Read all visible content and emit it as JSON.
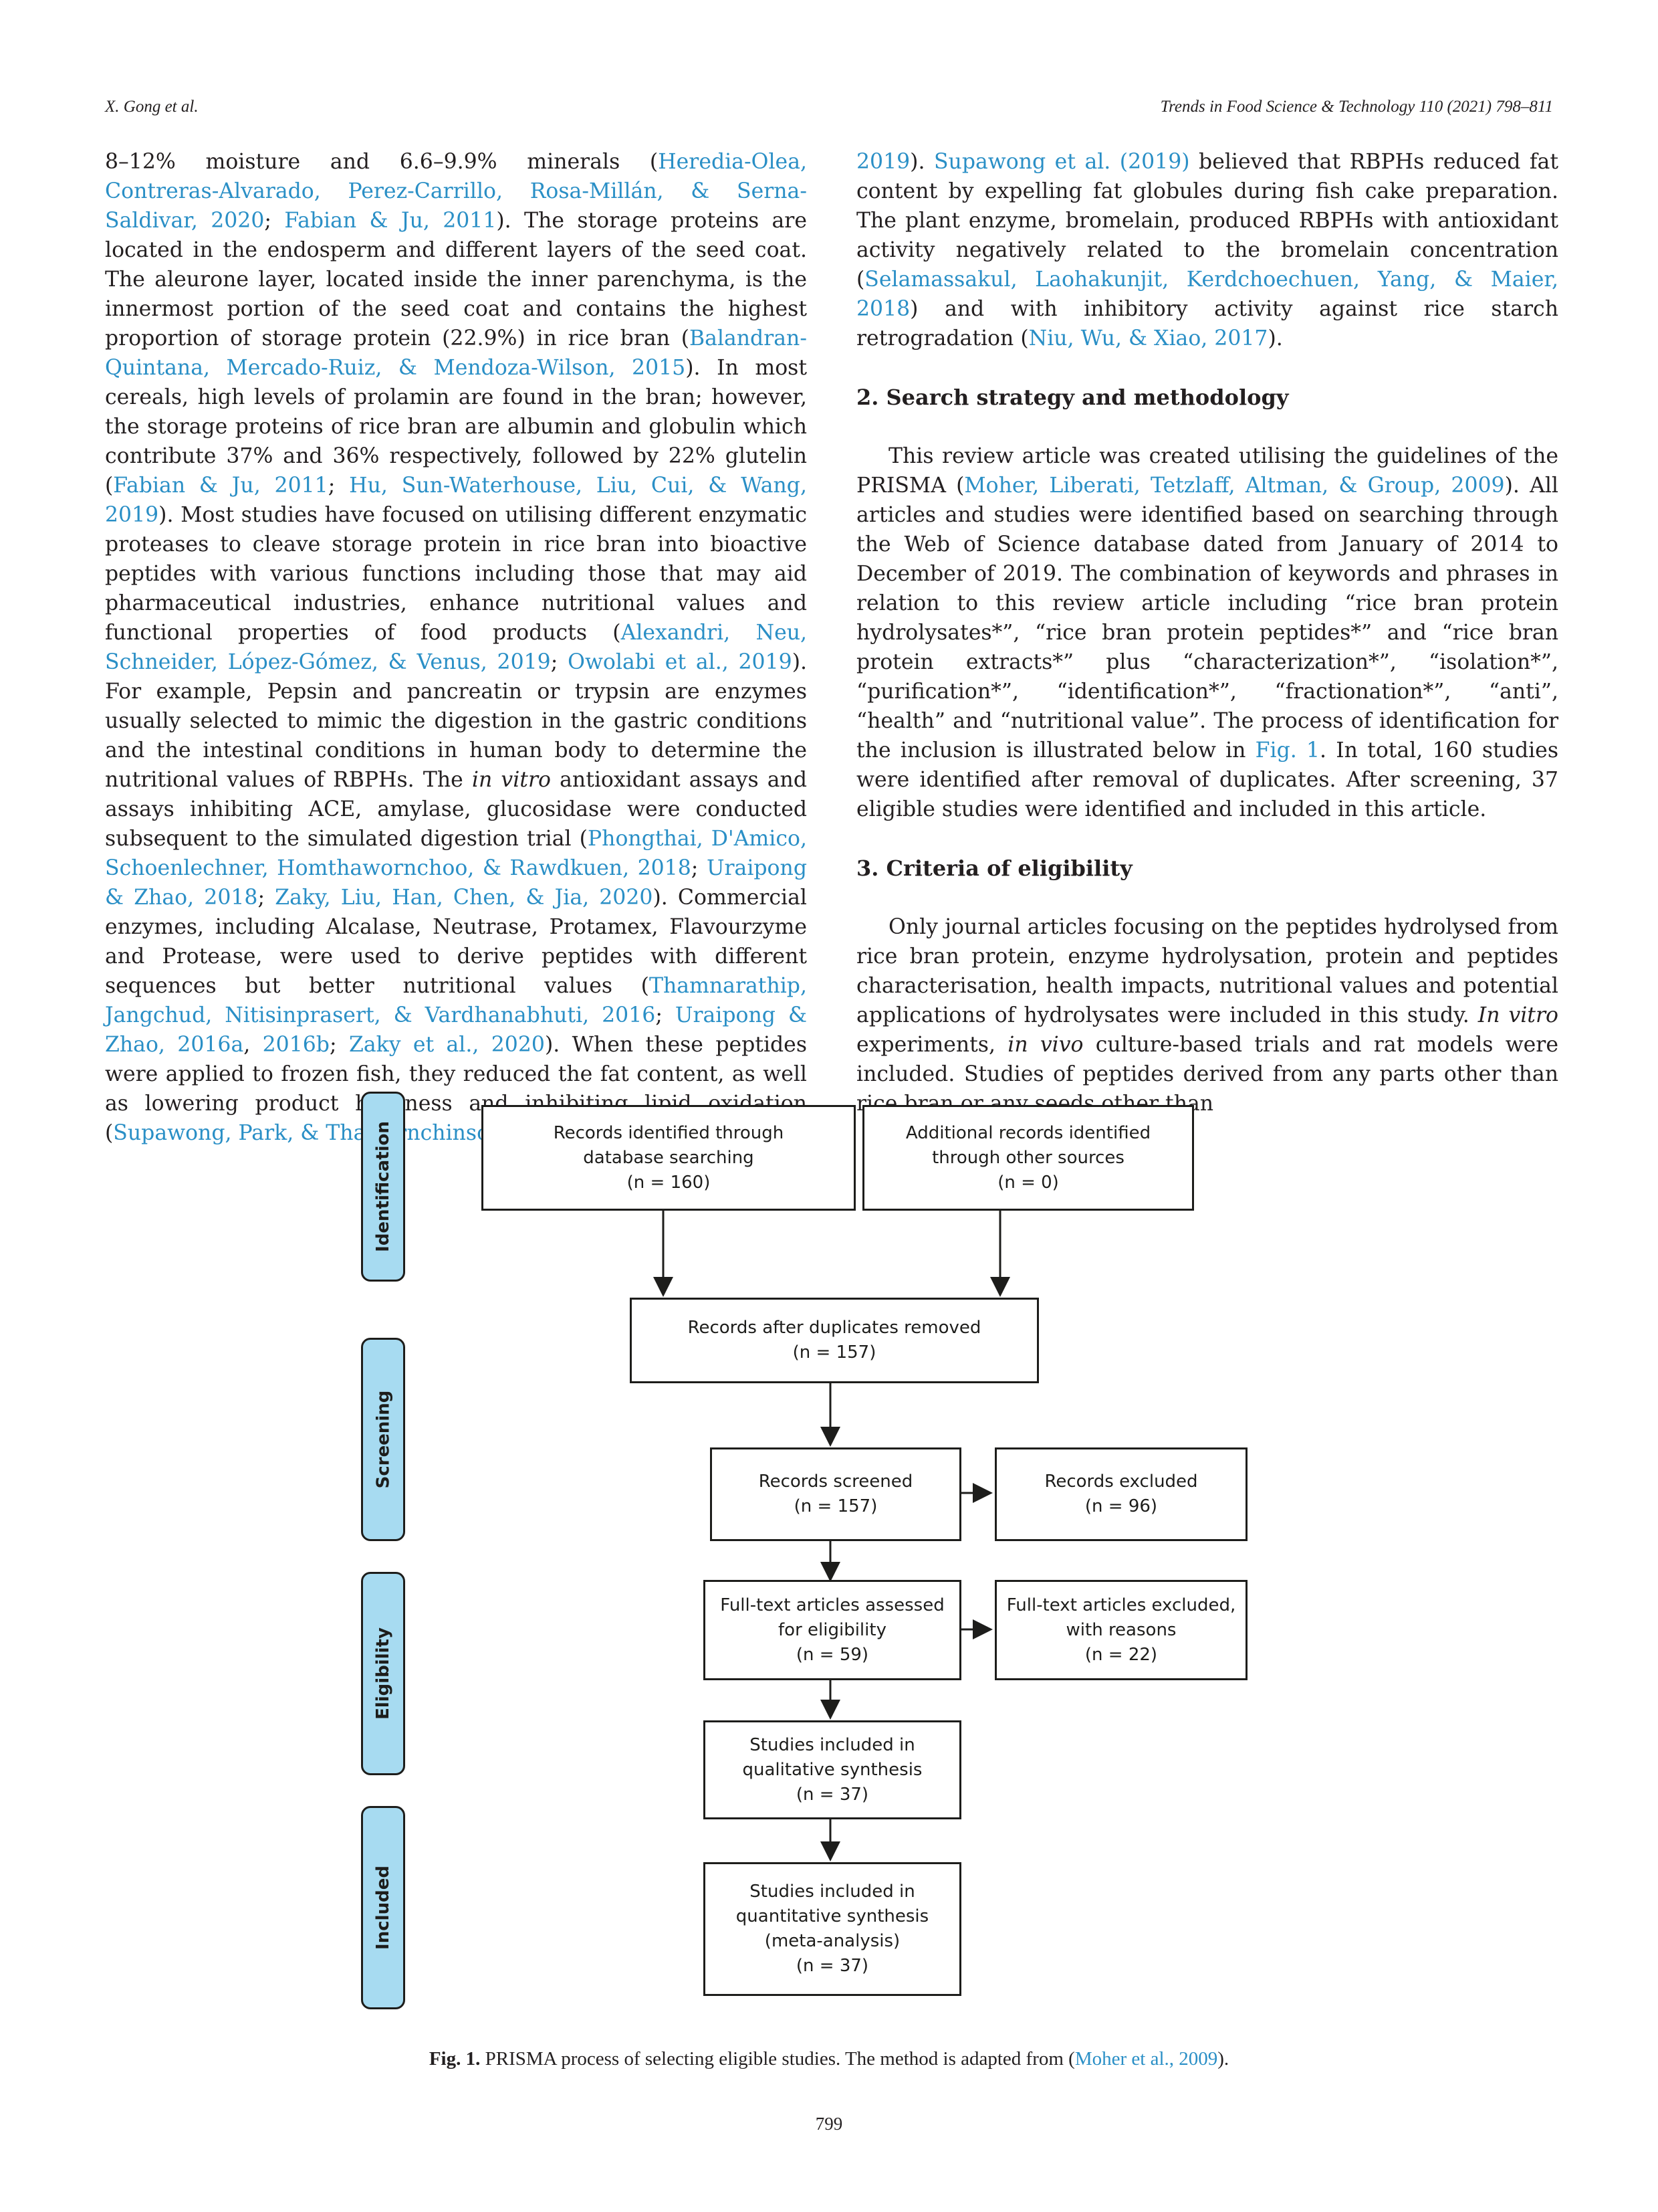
{
  "header": {
    "left": "X. Gong et al.",
    "right": "Trends in Food Science & Technology 110 (2021) 798–811"
  },
  "left_column": [
    {
      "t": "8–12% moisture and 6.6–9.9% minerals ("
    },
    {
      "c": "Heredia-Olea, Contreras-Alvarado, Perez-Carrillo, Rosa-Millán, & Serna-Saldivar, 2020"
    },
    {
      "t": "; "
    },
    {
      "c": "Fabian & Ju, 2011"
    },
    {
      "t": "). The storage proteins are located in the endosperm and different layers of the seed coat. The aleurone layer, located inside the inner parenchyma, is the innermost portion of the seed coat and contains the highest proportion of storage protein (22.9%) in rice bran ("
    },
    {
      "c": "Balandran-Quintana, Mercado-Ruiz, & Mendoza-Wilson, 2015"
    },
    {
      "t": "). In most cereals, high levels of prolamin are found in the bran; however, the storage proteins of rice bran are albumin and globulin which contribute 37% and 36% respectively, followed by 22% glutelin ("
    },
    {
      "c": "Fabian & Ju, 2011"
    },
    {
      "t": "; "
    },
    {
      "c": "Hu, Sun-Waterhouse, Liu, Cui, & Wang, 2019"
    },
    {
      "t": "). Most studies have focused on utilising different enzymatic proteases to cleave storage protein in rice bran into bioactive peptides with various functions including those that may aid pharmaceutical industries, enhance nutritional values and functional properties of food products ("
    },
    {
      "c": "Alexandri, Neu, Schneider, López-Gómez, & Venus, 2019"
    },
    {
      "t": "; "
    },
    {
      "c": "Owolabi et al., 2019"
    },
    {
      "t": "). For example, Pepsin and pancreatin or trypsin are enzymes usually selected to mimic the digestion in the gastric conditions and the intestinal conditions in human body to determine the nutritional values of RBPHs. The "
    },
    {
      "i": "in vitro"
    },
    {
      "t": " antioxidant assays and assays inhibiting ACE, amylase, glucosidase were conducted subsequent to the simulated digestion trial ("
    },
    {
      "c": "Phongthai, D'Amico, Schoenlechner, Homthawornchoo, & Rawdkuen, 2018"
    },
    {
      "t": "; "
    },
    {
      "c": "Uraipong & Zhao, 2018"
    },
    {
      "t": "; "
    },
    {
      "c": "Zaky, Liu, Han, Chen, & Jia, 2020"
    },
    {
      "t": "). Commercial enzymes, including Alcalase, Neutrase, Protamex, Flavourzyme and Protease, were used to derive peptides with different sequences but better nutritional values ("
    },
    {
      "c": "Thamnarathip, Jangchud, Nitisinprasert, & Vardhanabhuti, 2016"
    },
    {
      "t": "; "
    },
    {
      "c": "Uraipong & Zhao, 2016a"
    },
    {
      "t": ", "
    },
    {
      "c": "2016b"
    },
    {
      "t": "; "
    },
    {
      "c": "Zaky et al., 2020"
    },
    {
      "t": "). When these peptides were applied to frozen fish, they reduced the fat content, as well as lowering product hardness and inhibiting lipid oxidation ("
    },
    {
      "c": "Supawong, Park, & Thawornchinsombut,"
    }
  ],
  "right_intro": [
    {
      "c": "2019"
    },
    {
      "t": "). "
    },
    {
      "c": "Supawong et al. (2019)"
    },
    {
      "t": " believed that RBPHs reduced fat content by expelling fat globules during fish cake preparation. The plant enzyme, bromelain, produced RBPHs with antioxidant activity negatively related to the bromelain concentration ("
    },
    {
      "c": "Selamassakul, Laohakunjit, Kerdchoechuen, Yang, & Maier, 2018"
    },
    {
      "t": ") and with inhibitory activity against rice starch retrogradation ("
    },
    {
      "c": "Niu, Wu, & Xiao, 2017"
    },
    {
      "t": ")."
    }
  ],
  "section2": {
    "heading": "2. Search strategy and methodology",
    "body": [
      {
        "t": "This review article was created utilising the guidelines of the PRISMA ("
      },
      {
        "c": "Moher, Liberati, Tetzlaff, Altman, & Group, 2009"
      },
      {
        "t": "). All articles and studies were identified based on searching through the Web of Science database dated from January of 2014 to December of 2019. The combination of keywords and phrases in relation to this review article including “rice bran protein hydrolysates*”, “rice bran protein peptides*” and “rice bran protein extracts*” plus “characterization*”, “isolation*”, “purification*”, “identification*”, “fractionation*”, “anti”, “health” and “nutritional value”. The process of identification for the inclusion is illustrated below in "
      },
      {
        "c": "Fig. 1"
      },
      {
        "t": ". In total, 160 studies were identified after removal of duplicates. After screening, 37 eligible studies were identified and included in this article."
      }
    ]
  },
  "section3": {
    "heading": "3. Criteria of eligibility",
    "body": [
      {
        "t": "Only journal articles focusing on the peptides hydrolysed from rice bran protein, enzyme hydrolysation, protein and peptides characterisation, health impacts, nutritional values and potential applications of hydrolysates were included in this study. "
      },
      {
        "i": "In vitro"
      },
      {
        "t": " experiments, "
      },
      {
        "i": "in vivo"
      },
      {
        "t": " culture-based trials and rat models were included. Studies of peptides derived from any parts other than rice bran or any seeds other than"
      }
    ]
  },
  "figure": {
    "stages": [
      "Identification",
      "Screening",
      "Eligibility",
      "Included"
    ],
    "boxes": {
      "db_search": [
        "Records identified through",
        "database searching",
        "(n = 160)"
      ],
      "other_sources": [
        "Additional records identified",
        "through other sources",
        "(n = 0)"
      ],
      "dup_removed": [
        "Records after duplicates removed",
        "(n = 157)"
      ],
      "screened": [
        "Records screened",
        "(n = 157)"
      ],
      "excluded": [
        "Records excluded",
        "(n = 96)"
      ],
      "fulltext": [
        "Full-text articles assessed",
        "for eligibility",
        "(n = 59)"
      ],
      "ft_excluded": [
        "Full-text articles excluded,",
        "with reasons",
        "(n = 22)"
      ],
      "qualitative": [
        "Studies included in",
        "qualitative synthesis",
        "(n = 37)"
      ],
      "quantitative": [
        "Studies included in",
        "quantitative synthesis",
        "(meta-analysis)",
        "(n = 37)"
      ]
    }
  },
  "caption": {
    "label": "Fig. 1.",
    "text": "PRISMA process of selecting eligible studies. The method is adapted from (",
    "cite": "Moher et al., 2009",
    "end": ")."
  },
  "page_number": "799"
}
